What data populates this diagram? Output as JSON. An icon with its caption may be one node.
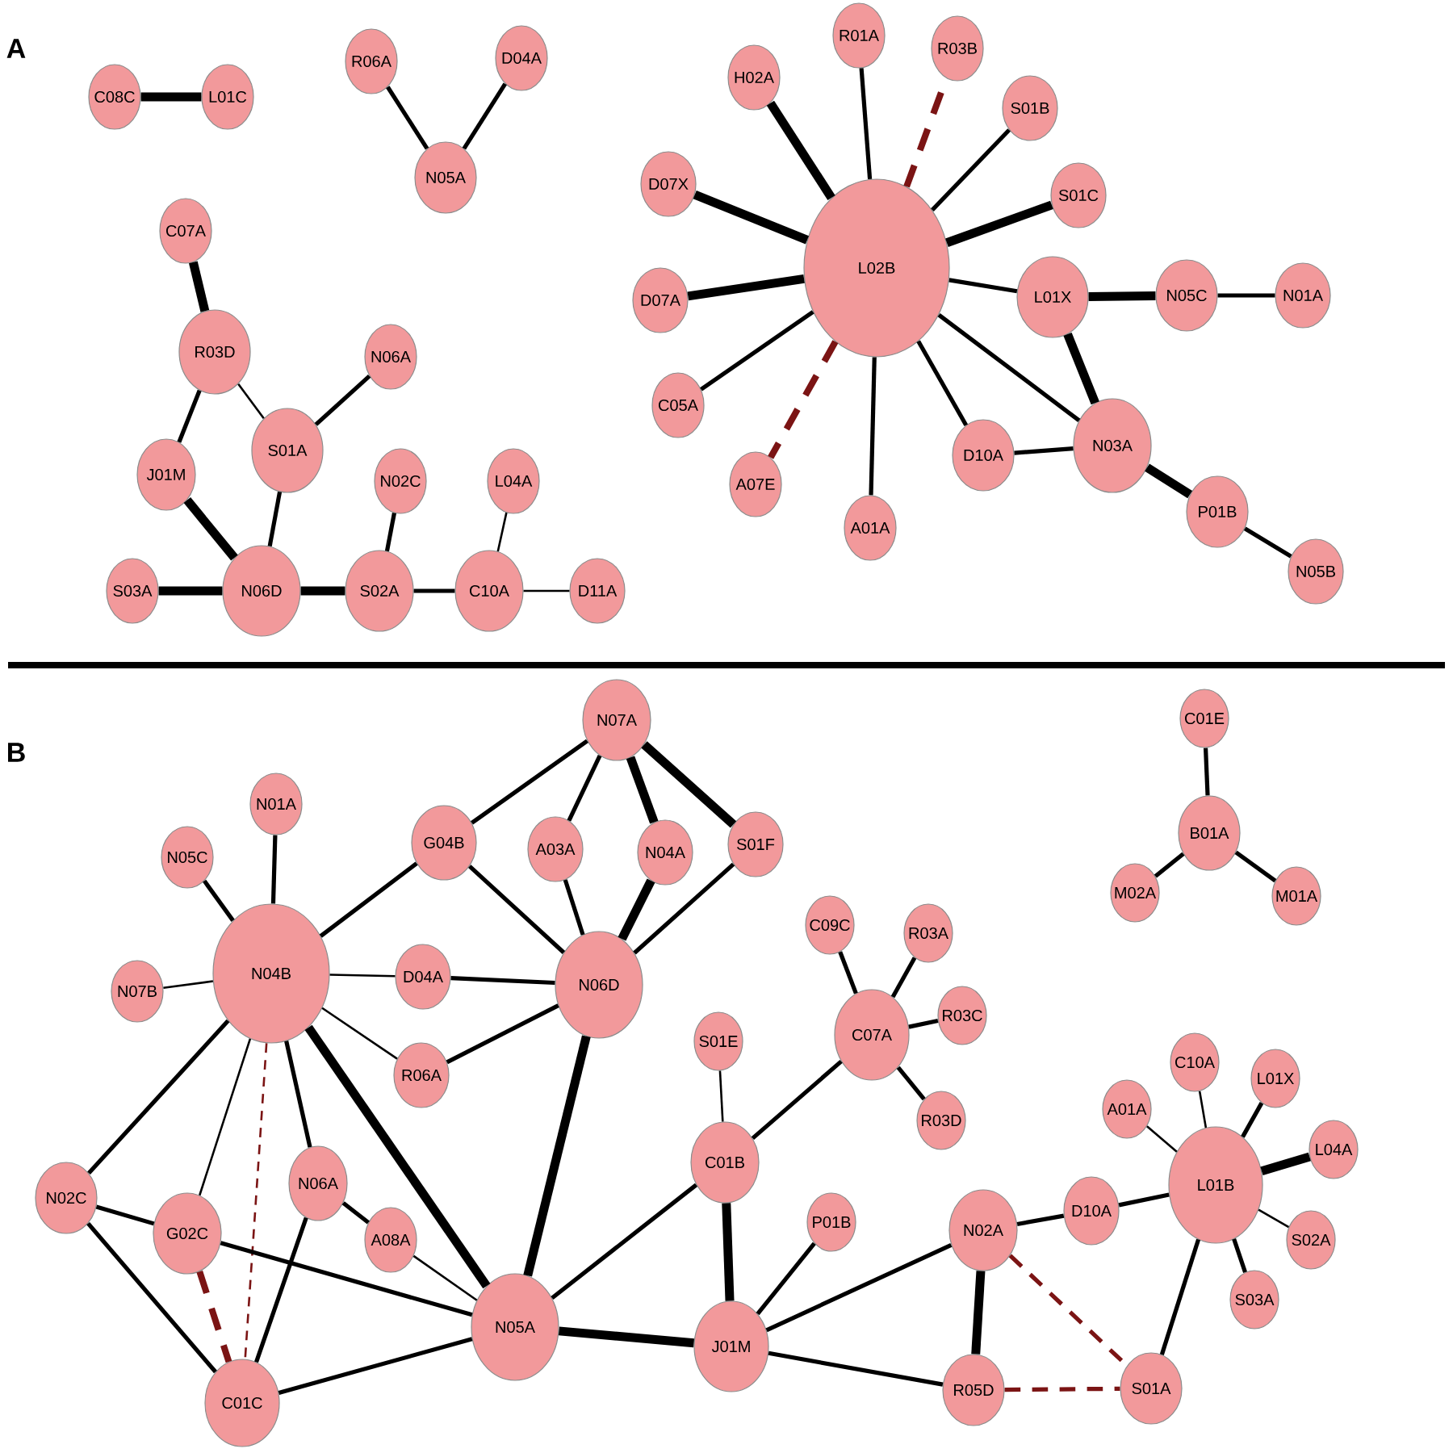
{
  "diagram": {
    "nodes": [
      {
        "text": [
          "C08C"
        ]
      },
      {
        "text": [
          "L01C"
        ]
      },
      {
        "text": [
          "R06A"
        ]
      },
      {
        "text": [
          "D04A"
        ]
      },
      {
        "text": [
          "N05A"
        ]
      },
      {
        "text": [
          "C07A"
        ]
      },
      {
        "text": [
          "R03D"
        ]
      },
      {
        "text": [
          "N06A"
        ]
      },
      {
        "text": [
          "S01A"
        ]
      },
      {
        "text": [
          "J01M"
        ]
      },
      {
        "text": [
          "N02C"
        ]
      },
      {
        "text": [
          "L04A"
        ]
      },
      {
        "text": [
          "S03A"
        ]
      },
      {
        "text": [
          "N06D"
        ]
      },
      {
        "text": [
          "S02A"
        ]
      },
      {
        "text": [
          "C10A"
        ]
      },
      {
        "text": [
          "D11A"
        ]
      },
      {
        "text": [
          "R01A"
        ]
      },
      {
        "text": [
          "R03B"
        ]
      },
      {
        "text": [
          "H02A"
        ]
      },
      {
        "text": [
          "S01B"
        ]
      },
      {
        "text": [
          "D07X"
        ]
      },
      {
        "text": [
          "S01C"
        ]
      },
      {
        "text": [
          "L02B"
        ]
      },
      {
        "text": [
          "D07A"
        ]
      },
      {
        "text": [
          "L01X"
        ]
      },
      {
        "text": [
          "N05C"
        ]
      },
      {
        "text": [
          "N01A"
        ]
      },
      {
        "text": [
          "C05A"
        ]
      },
      {
        "text": [
          "A07E"
        ]
      },
      {
        "text": [
          "D10A"
        ]
      },
      {
        "text": [
          "N03A"
        ]
      },
      {
        "text": [
          "A01A"
        ]
      },
      {
        "text": [
          "P01B"
        ]
      },
      {
        "text": [
          "N05B"
        ]
      },
      {
        "text": [
          "N07A"
        ]
      },
      {
        "text": [
          "N01A"
        ]
      },
      {
        "text": [
          "G04B"
        ]
      },
      {
        "text": [
          "A03A"
        ]
      },
      {
        "text": [
          "N04A"
        ]
      },
      {
        "text": [
          "S01F"
        ]
      },
      {
        "text": [
          "N05C"
        ]
      },
      {
        "text": [
          "N04B"
        ]
      },
      {
        "text": [
          "N07B"
        ]
      },
      {
        "text": [
          "D04A"
        ]
      },
      {
        "text": [
          "N06D"
        ]
      },
      {
        "text": [
          "R06A"
        ]
      },
      {
        "text": [
          "S01E"
        ]
      },
      {
        "text": [
          "C07A"
        ]
      },
      {
        "text": [
          "C09C"
        ]
      },
      {
        "text": [
          "R03A"
        ]
      },
      {
        "text": [
          "R03C"
        ]
      },
      {
        "text": [
          "R03D"
        ]
      },
      {
        "text": [
          "C01E"
        ]
      },
      {
        "text": [
          "B01A"
        ]
      },
      {
        "text": [
          "M02A"
        ]
      },
      {
        "text": [
          "M01A"
        ]
      },
      {
        "text": [
          "C10A"
        ]
      },
      {
        "text": [
          "L01X"
        ]
      },
      {
        "text": [
          "A01A"
        ]
      },
      {
        "text": [
          "L04A"
        ]
      },
      {
        "text": [
          "L01B"
        ]
      },
      {
        "text": [
          "S02A"
        ]
      },
      {
        "text": [
          "S03A"
        ]
      },
      {
        "text": [
          "N02C"
        ]
      },
      {
        "text": [
          "N06A"
        ]
      },
      {
        "text": [
          "C01B"
        ]
      },
      {
        "text": [
          "A08A"
        ]
      },
      {
        "text": [
          "G02C"
        ]
      },
      {
        "text": [
          "P01B"
        ]
      },
      {
        "text": [
          "N02A"
        ]
      },
      {
        "text": [
          "D10A"
        ]
      },
      {
        "text": [
          "N05A"
        ]
      },
      {
        "text": [
          "J01M"
        ]
      },
      {
        "text": [
          "C01C"
        ]
      },
      {
        "text": [
          "R05D"
        ]
      },
      {
        "text": [
          "S01A"
        ]
      }
    ],
    "edges": [
      {
        "from": 0,
        "to": 1,
        "arrow": "none",
        "style": "thick"
      },
      {
        "from": 2,
        "to": 4,
        "arrow": "none"
      },
      {
        "from": 3,
        "to": 4,
        "arrow": "none"
      },
      {
        "from": 5,
        "to": 6,
        "arrow": "none",
        "style": "thick"
      },
      {
        "from": 6,
        "to": 9,
        "arrow": "none"
      },
      {
        "from": 6,
        "to": 8,
        "arrow": "none"
      },
      {
        "from": 8,
        "to": 7,
        "arrow": "none"
      },
      {
        "from": 9,
        "to": 13,
        "arrow": "none",
        "style": "thick"
      },
      {
        "from": 8,
        "to": 13,
        "arrow": "none"
      },
      {
        "from": 12,
        "to": 13,
        "arrow": "none",
        "style": "thick"
      },
      {
        "from": 13,
        "to": 14,
        "arrow": "none",
        "style": "thick"
      },
      {
        "from": 10,
        "to": 14,
        "arrow": "none"
      },
      {
        "from": 14,
        "to": 15,
        "arrow": "none"
      },
      {
        "from": 11,
        "to": 15,
        "arrow": "none"
      },
      {
        "from": 15,
        "to": 16,
        "arrow": "none"
      },
      {
        "from": 23,
        "to": 17,
        "arrow": "none"
      },
      {
        "from": 23,
        "to": 18,
        "arrow": "none",
        "style": "dashed",
        "color": "#7b1414"
      },
      {
        "from": 23,
        "to": 19,
        "arrow": "none",
        "style": "thick"
      },
      {
        "from": 23,
        "to": 20,
        "arrow": "none"
      },
      {
        "from": 23,
        "to": 21,
        "arrow": "none",
        "style": "thick"
      },
      {
        "from": 23,
        "to": 22,
        "arrow": "none",
        "style": "thick"
      },
      {
        "from": 23,
        "to": 24,
        "arrow": "none",
        "style": "thick"
      },
      {
        "from": 23,
        "to": 25,
        "arrow": "none"
      },
      {
        "from": 23,
        "to": 28,
        "arrow": "none"
      },
      {
        "from": 23,
        "to": 29,
        "arrow": "none",
        "style": "dashed",
        "color": "#7b1414"
      },
      {
        "from": 23,
        "to": 32,
        "arrow": "none"
      },
      {
        "from": 23,
        "to": 30,
        "arrow": "none"
      },
      {
        "from": 23,
        "to": 31,
        "arrow": "none"
      },
      {
        "from": 25,
        "to": 26,
        "arrow": "none",
        "style": "thick"
      },
      {
        "from": 26,
        "to": 27,
        "arrow": "none"
      },
      {
        "from": 25,
        "to": 31,
        "arrow": "none",
        "style": "thick"
      },
      {
        "from": 30,
        "to": 31,
        "arrow": "none"
      },
      {
        "from": 31,
        "to": 33,
        "arrow": "none",
        "style": "thick"
      },
      {
        "from": 33,
        "to": 34,
        "arrow": "none"
      },
      {
        "from": 35,
        "to": 37,
        "arrow": "none"
      },
      {
        "from": 35,
        "to": 38,
        "arrow": "none"
      },
      {
        "from": 35,
        "to": 39,
        "arrow": "none",
        "style": "thick"
      },
      {
        "from": 35,
        "to": 40,
        "arrow": "none",
        "style": "thick"
      },
      {
        "from": 38,
        "to": 45,
        "arrow": "none"
      },
      {
        "from": 39,
        "to": 45,
        "arrow": "none",
        "style": "thick"
      },
      {
        "from": 40,
        "to": 45,
        "arrow": "none"
      },
      {
        "from": 37,
        "to": 45,
        "arrow": "none"
      },
      {
        "from": 37,
        "to": 42,
        "arrow": "none"
      },
      {
        "from": 36,
        "to": 42,
        "arrow": "none"
      },
      {
        "from": 41,
        "to": 42,
        "arrow": "none"
      },
      {
        "from": 43,
        "to": 42,
        "arrow": "none"
      },
      {
        "from": 42,
        "to": 44,
        "arrow": "none"
      },
      {
        "from": 44,
        "to": 45,
        "arrow": "none"
      },
      {
        "from": 42,
        "to": 46,
        "arrow": "none"
      },
      {
        "from": 46,
        "to": 45,
        "arrow": "none"
      },
      {
        "from": 45,
        "to": 72,
        "arrow": "none",
        "style": "thick"
      },
      {
        "from": 42,
        "to": 64,
        "arrow": "none"
      },
      {
        "from": 42,
        "to": 68,
        "arrow": "none"
      },
      {
        "from": 42,
        "to": 74,
        "arrow": "none",
        "style": "dashed",
        "color": "#7b1414"
      },
      {
        "from": 42,
        "to": 65,
        "arrow": "none"
      },
      {
        "from": 42,
        "to": 72,
        "arrow": "none",
        "style": "thick"
      },
      {
        "from": 65,
        "to": 67,
        "arrow": "none"
      },
      {
        "from": 65,
        "to": 74,
        "arrow": "none"
      },
      {
        "from": 67,
        "to": 72,
        "arrow": "none"
      },
      {
        "from": 64,
        "to": 68,
        "arrow": "none"
      },
      {
        "from": 64,
        "to": 74,
        "arrow": "none"
      },
      {
        "from": 68,
        "to": 72,
        "arrow": "none"
      },
      {
        "from": 68,
        "to": 74,
        "arrow": "none",
        "style": "dashed",
        "color": "#7b1414"
      },
      {
        "from": 74,
        "to": 72,
        "arrow": "none"
      },
      {
        "from": 72,
        "to": 73,
        "arrow": "none",
        "style": "thick"
      },
      {
        "from": 72,
        "to": 66,
        "arrow": "none"
      },
      {
        "from": 66,
        "to": 47,
        "arrow": "none"
      },
      {
        "from": 66,
        "to": 48,
        "arrow": "none"
      },
      {
        "from": 48,
        "to": 49,
        "arrow": "none"
      },
      {
        "from": 48,
        "to": 50,
        "arrow": "none"
      },
      {
        "from": 48,
        "to": 51,
        "arrow": "none"
      },
      {
        "from": 48,
        "to": 52,
        "arrow": "none"
      },
      {
        "from": 66,
        "to": 73,
        "arrow": "none",
        "style": "thick"
      },
      {
        "from": 73,
        "to": 69,
        "arrow": "none"
      },
      {
        "from": 73,
        "to": 70,
        "arrow": "none"
      },
      {
        "from": 73,
        "to": 75,
        "arrow": "none"
      },
      {
        "from": 70,
        "to": 75,
        "arrow": "none",
        "style": "thick"
      },
      {
        "from": 70,
        "to": 76,
        "arrow": "none",
        "style": "dashed",
        "color": "#7b1414"
      },
      {
        "from": 75,
        "to": 76,
        "arrow": "none",
        "style": "dashed",
        "color": "#7b1414"
      },
      {
        "from": 70,
        "to": 71,
        "arrow": "none"
      },
      {
        "from": 71,
        "to": 61,
        "arrow": "none"
      },
      {
        "from": 61,
        "to": 59,
        "arrow": "none"
      },
      {
        "from": 61,
        "to": 57,
        "arrow": "none"
      },
      {
        "from": 61,
        "to": 58,
        "arrow": "none"
      },
      {
        "from": 61,
        "to": 60,
        "arrow": "none",
        "style": "thick"
      },
      {
        "from": 61,
        "to": 62,
        "arrow": "none"
      },
      {
        "from": 61,
        "to": 63,
        "arrow": "none"
      },
      {
        "from": 61,
        "to": 76,
        "arrow": "none"
      },
      {
        "from": 53,
        "to": 54,
        "arrow": "none"
      },
      {
        "from": 54,
        "to": 55,
        "arrow": "none"
      },
      {
        "from": 54,
        "to": 56,
        "arrow": "none"
      }
    ],
    "labels": [
      "A",
      "B"
    ]
  }
}
